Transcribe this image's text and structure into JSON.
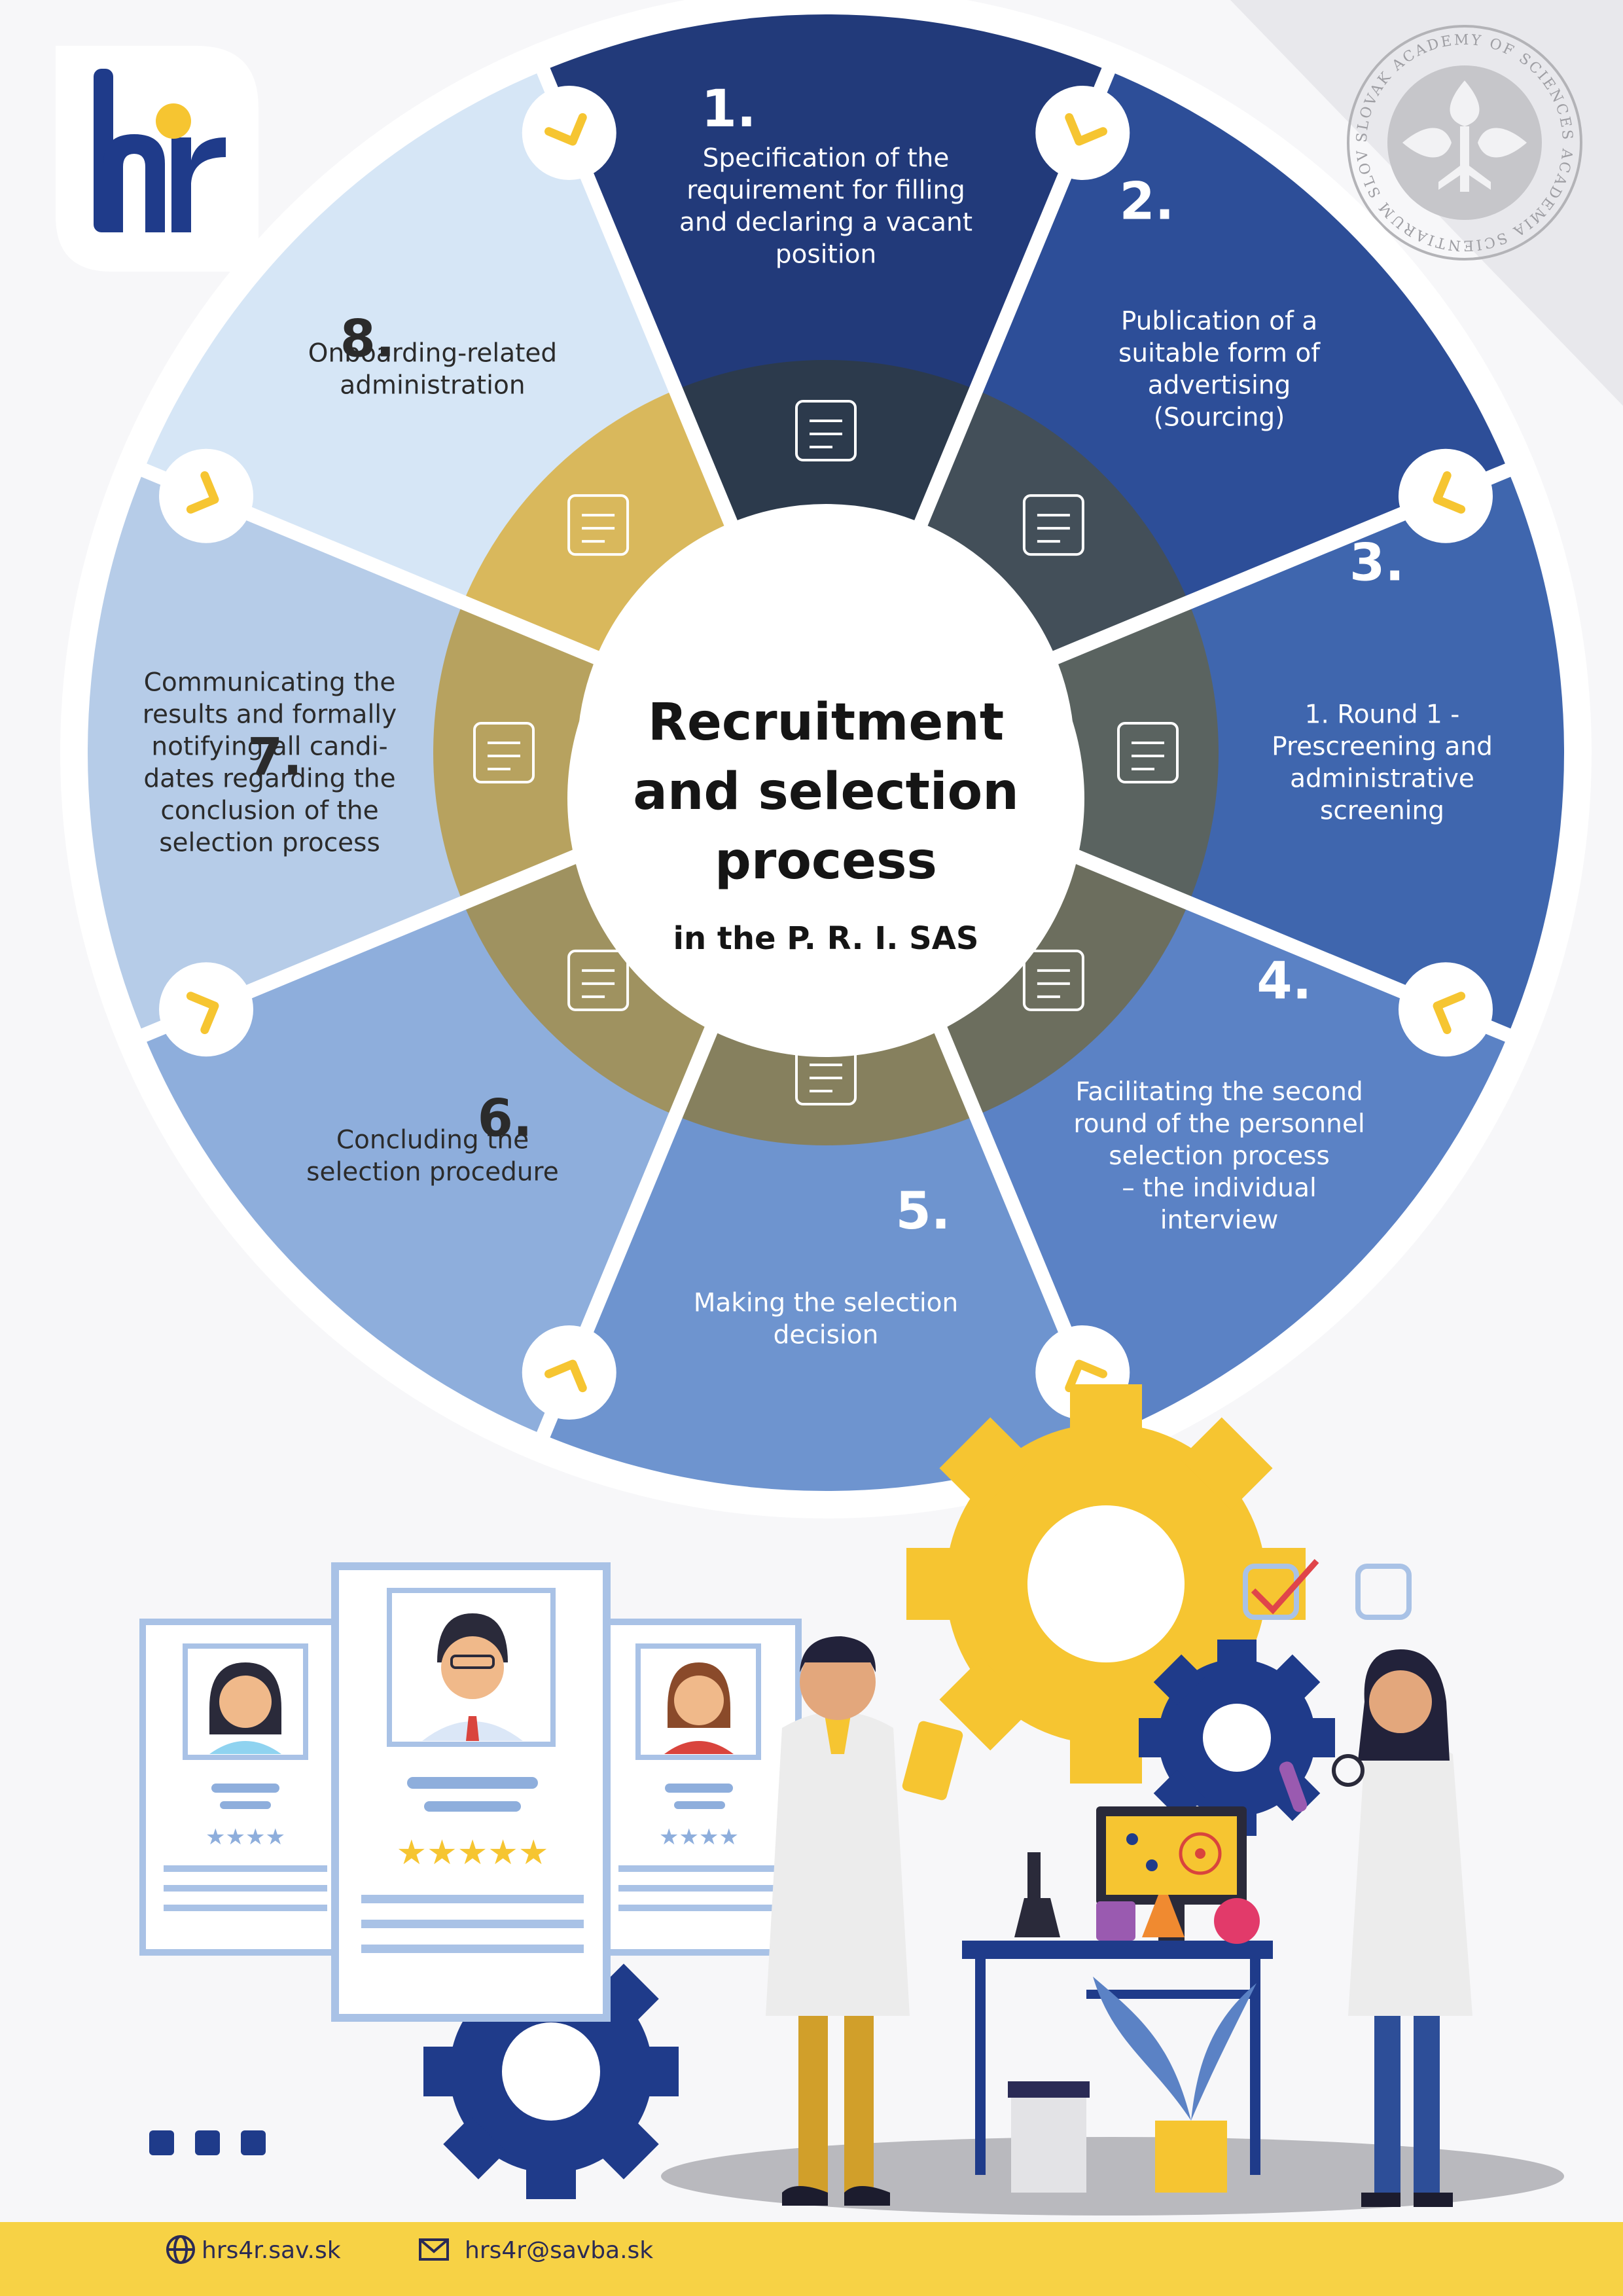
{
  "title": {
    "line1": "Recruitment",
    "line2": "and selection",
    "line3": "process",
    "subtitle": "in the P. R. I. SAS"
  },
  "seal_text": "SLOVAK ACADEMY OF SCIENCES ACADEMIA SCIENTIARUM SLOVACA",
  "steps": [
    {
      "number": "1.",
      "lines": [
        "Specification of the",
        "requirement for filling",
        "and declaring a vacant",
        "position"
      ],
      "icon": "person-icon"
    },
    {
      "number": "2.",
      "lines": [
        "Publication of a",
        "suitable form of",
        "advertising",
        "(Sourcing)"
      ],
      "icon": "document-pen-icon"
    },
    {
      "number": "3.",
      "lines": [
        "1. Round 1 -",
        "Prescreening and",
        "administrative",
        "screening"
      ],
      "icon": "checklist-icon"
    },
    {
      "number": "4.",
      "lines": [
        "Facilitating the second",
        "round of the personnel",
        "selection process",
        "– the individual",
        "interview"
      ],
      "icon": "team-chat-icon"
    },
    {
      "number": "5.",
      "lines": [
        "Making the selection",
        "decision"
      ],
      "icon": "growth-chart-icon"
    },
    {
      "number": "6.",
      "lines": [
        "Concluding the",
        "selection procedure"
      ],
      "icon": "handshake-icon"
    },
    {
      "number": "7.",
      "lines": [
        "Communicating the",
        "results and formally",
        "notifying all candi-",
        "dates regarding the",
        "conclusion of the",
        "selection process"
      ],
      "icon": "exchange-people-icon"
    },
    {
      "number": "8.",
      "lines": [
        "Onboarding-related",
        "administration"
      ],
      "icon": "desk-worker-icon"
    }
  ],
  "footer": {
    "website": "hrs4r.sav.sk",
    "email": "hrs4r@savba.sk"
  },
  "colors": {
    "step1": "#223a7a",
    "step2": "#2d4e98",
    "step3": "#3f66ae",
    "step4": "#5b82c5",
    "step5": "#6e94cf",
    "step6": "#8eaedc",
    "step7": "#b6cce8",
    "step8": "#d6e6f6",
    "accent_yellow": "#f6c531",
    "footer_bar": "#f7d245",
    "brand_blue": "#1f3b8a"
  }
}
